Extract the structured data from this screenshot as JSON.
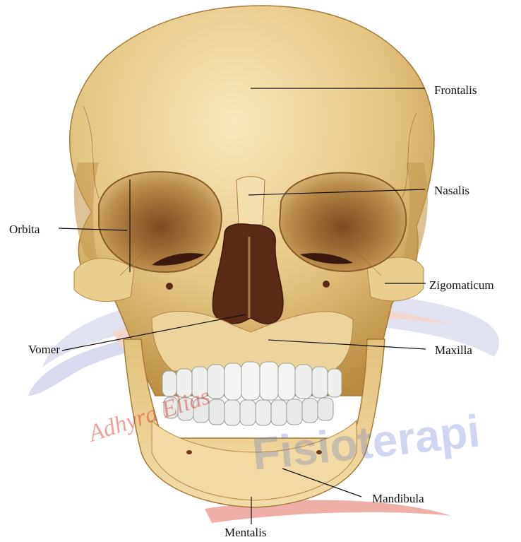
{
  "labels": {
    "frontalis": "Frontalis",
    "nasalis": "Nasalis",
    "orbita": "Orbita",
    "zigomaticum": "Zigomaticum",
    "vomer": "Vomer",
    "maxilla": "Maxilla",
    "mandibula": "Mandibula",
    "mentalis": "Mentalis"
  },
  "watermark": {
    "script_text": "Adhyra Elias",
    "main_text": "Fisioterapi"
  },
  "colors": {
    "bone_light": "#f1dca0",
    "bone_mid": "#d9b86a",
    "bone_shadow": "#a97a32",
    "cavity": "#4a2414",
    "teeth": "#eef0ee",
    "watermark_red": "#d8332b",
    "watermark_blue": "#5a6fc8"
  }
}
